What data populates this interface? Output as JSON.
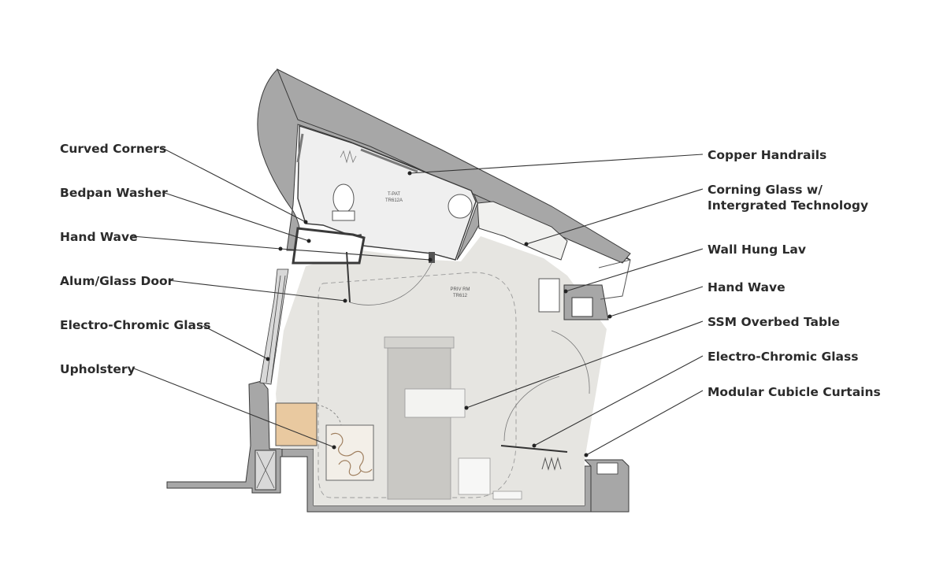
{
  "labels": {
    "left": [
      "Curved Corners",
      "Bedpan Washer",
      "Hand Wave",
      "Alum/Glass Door",
      "Electro-Chromic Glass",
      "Upholstery"
    ],
    "right": [
      [
        "Copper Handrails"
      ],
      [
        "Corning Glass w/",
        "Intergrated Technology"
      ],
      [
        "Wall Hung Lav"
      ],
      [
        "Hand Wave"
      ],
      [
        "SSM Overbed Table"
      ],
      [
        "Electro-Chromic Glass"
      ],
      [
        "Modular Cubicle Curtains"
      ]
    ]
  },
  "rooms": {
    "toilet": [
      "T-PAT",
      "TR612A"
    ],
    "patient": [
      "PRIV RM",
      "TR612"
    ]
  },
  "colors": {
    "wall": "#a7a7a7",
    "wall_outline": "#3a3a3a",
    "floor": "#e6e5e1",
    "toilet_floor": "#efefef",
    "bench": "#e9c9a0",
    "line": "#333333"
  }
}
